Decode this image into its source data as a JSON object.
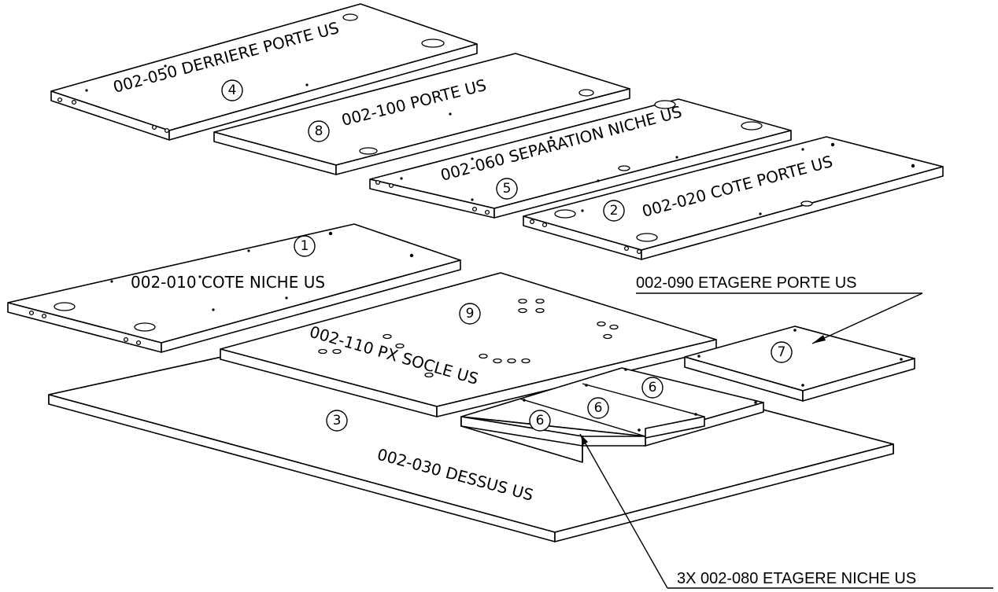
{
  "parts": [
    {
      "id": "p3",
      "number": "3",
      "label": "002-030 DESSUS US"
    },
    {
      "id": "p9",
      "number": "9",
      "label": "002-110 PX SOCLE US"
    },
    {
      "id": "p1",
      "number": "1",
      "label": "002-010 COTE NICHE US"
    },
    {
      "id": "p4",
      "number": "4",
      "label": "002-050 DERRIERE PORTE US"
    },
    {
      "id": "p8",
      "number": "8",
      "label": "002-100 PORTE US"
    },
    {
      "id": "p5",
      "number": "5",
      "label": "002-060 SEPARATION NICHE US"
    },
    {
      "id": "p2",
      "number": "2",
      "label": "002-020 COTE PORTE US"
    },
    {
      "id": "p7",
      "number": "7",
      "label": ""
    },
    {
      "id": "p6a",
      "number": "6",
      "label": ""
    },
    {
      "id": "p6b",
      "number": "6",
      "label": ""
    },
    {
      "id": "p6c",
      "number": "6",
      "label": ""
    }
  ],
  "callouts": {
    "shelf_door": "002-090 ETAGERE PORTE US",
    "shelf_niche": "3X 002-080 ETAGERE NICHE US"
  },
  "colors": {
    "ink": "#000000",
    "paper": "#ffffff"
  }
}
